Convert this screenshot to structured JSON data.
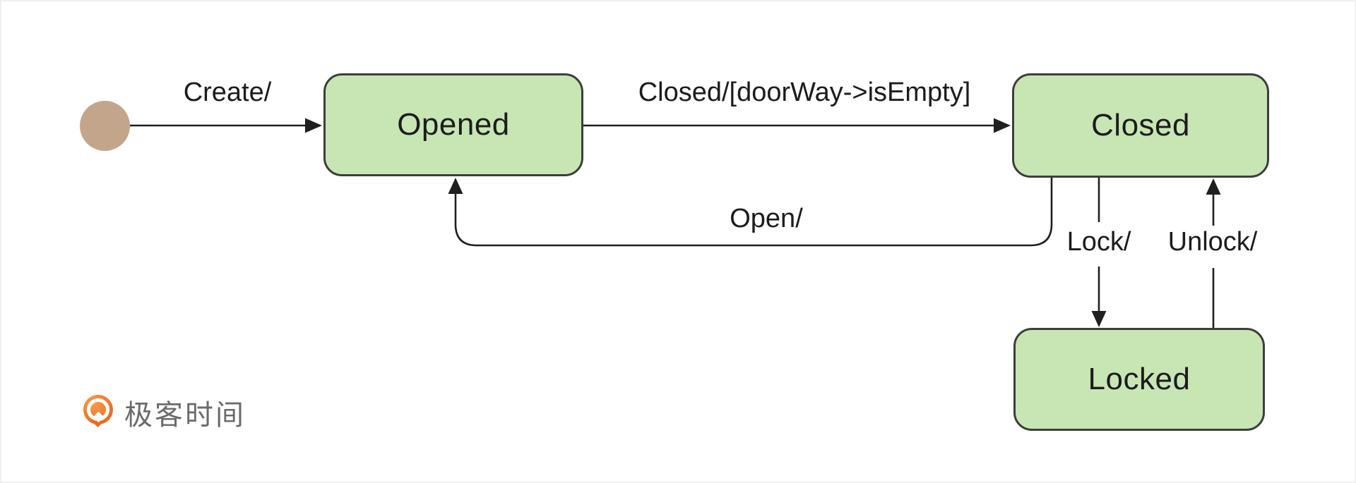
{
  "diagram": {
    "type": "uml-state-machine",
    "states": [
      {
        "id": "initial",
        "kind": "initial-pseudostate",
        "label": ""
      },
      {
        "id": "opened",
        "kind": "state",
        "label": "Opened"
      },
      {
        "id": "closed",
        "kind": "state",
        "label": "Closed"
      },
      {
        "id": "locked",
        "kind": "state",
        "label": "Locked"
      }
    ],
    "transitions": [
      {
        "from": "initial",
        "to": "opened",
        "label": "Create/"
      },
      {
        "from": "opened",
        "to": "closed",
        "label": "Closed/[doorWay->isEmpty]"
      },
      {
        "from": "closed",
        "to": "opened",
        "label": "Open/"
      },
      {
        "from": "closed",
        "to": "locked",
        "label": "Lock/"
      },
      {
        "from": "locked",
        "to": "closed",
        "label": "Unlock/"
      }
    ],
    "colors": {
      "state_fill": "#c8e6b4",
      "state_border": "#3d3d3d",
      "edge": "#1f1f1f",
      "label_text": "#1c1c1c",
      "initial_fill": "#c3a58c",
      "brand_orange": "#ec6a1e",
      "brand_text": "#6b6b6b",
      "bg": "#ffffff"
    }
  },
  "footer": {
    "brand": "极客时间",
    "logo_icon": "geektime-pin-logo"
  }
}
